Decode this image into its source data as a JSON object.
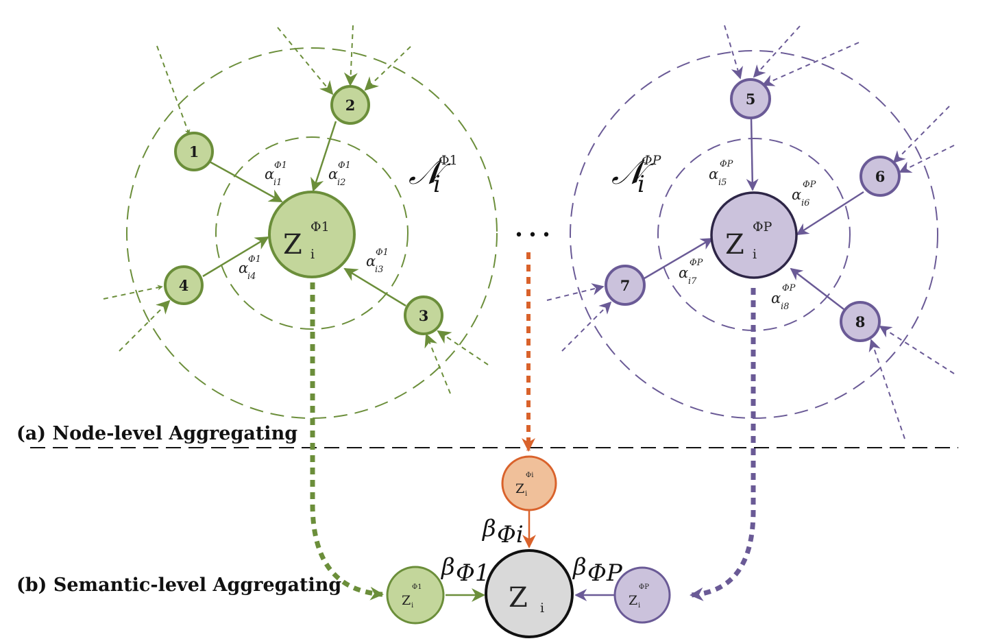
{
  "colors": {
    "green": "#6b8e3a",
    "green_fill": "#c3d69b",
    "purple": "#6a5a96",
    "purple_fill": "#cbc2dc",
    "orange": "#d9622b",
    "orange_fill": "#f0c09a",
    "center_fill": "#d9d9d9",
    "divider": "#111111"
  },
  "sections": {
    "node_level": "(a) Node-level Aggregating",
    "semantic_level": "(b) Semantic-level Aggregating"
  },
  "ellipsis": "• • •",
  "left_graph": {
    "neighborhood": {
      "symbol": "𝒩",
      "sub": "i",
      "sup": "Φ1"
    },
    "center": {
      "base": "Z",
      "sub": "i",
      "sup": "Φ1"
    },
    "nodes": [
      "1",
      "2",
      "3",
      "4"
    ],
    "weights": [
      {
        "base": "α",
        "sub": "i1",
        "sup": "Φ1"
      },
      {
        "base": "α",
        "sub": "i2",
        "sup": "Φ1"
      },
      {
        "base": "α",
        "sub": "i3",
        "sup": "Φ1"
      },
      {
        "base": "α",
        "sub": "i4",
        "sup": "Φ1"
      }
    ]
  },
  "right_graph": {
    "neighborhood": {
      "symbol": "𝒩",
      "sub": "i",
      "sup": "ΦP"
    },
    "center": {
      "base": "Z",
      "sub": "i",
      "sup": "ΦP"
    },
    "nodes": [
      "5",
      "6",
      "7",
      "8"
    ],
    "weights": [
      {
        "base": "α",
        "sub": "i5",
        "sup": "ΦP"
      },
      {
        "base": "α",
        "sub": "i6",
        "sup": "ΦP"
      },
      {
        "base": "α",
        "sub": "i7",
        "sup": "ΦP"
      },
      {
        "base": "α",
        "sub": "i8",
        "sup": "ΦP"
      }
    ]
  },
  "semantic": {
    "output": {
      "base": "Z",
      "sub": "i"
    },
    "mid": {
      "base": "Z",
      "sub": "i",
      "sup": "Φi"
    },
    "left": {
      "base": "Z",
      "sub": "i",
      "sup": "Φ1"
    },
    "right": {
      "base": "Z",
      "sub": "i",
      "sup": "ΦP"
    },
    "beta_mid": {
      "base": "β",
      "sub": "Φi"
    },
    "beta_left": {
      "base": "β",
      "sub": "Φ1"
    },
    "beta_right": {
      "base": "β",
      "sub": "ΦP"
    }
  }
}
